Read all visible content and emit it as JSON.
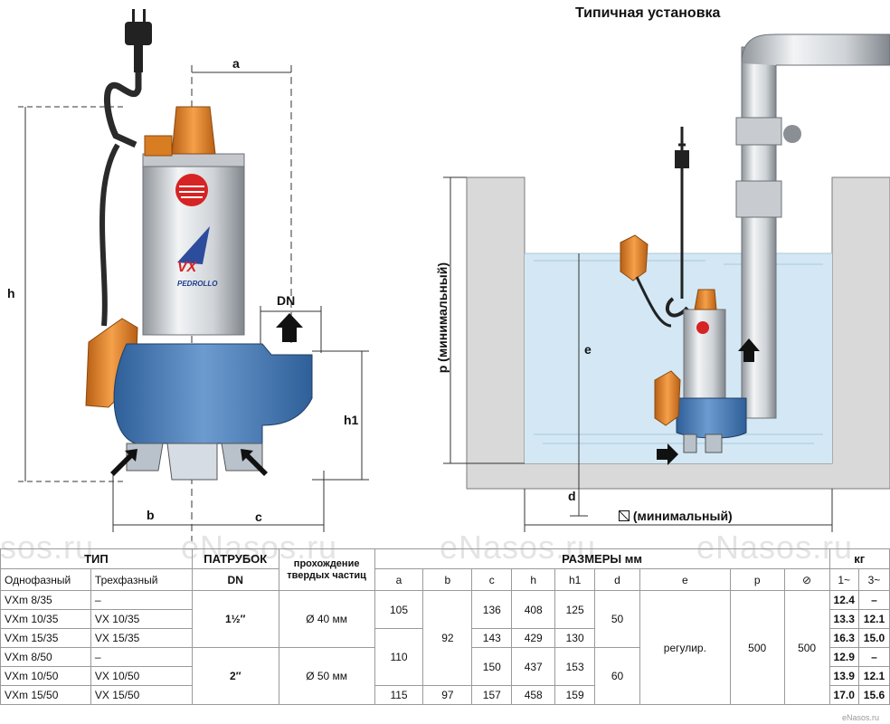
{
  "diagram": {
    "title": "Типичная установка",
    "labels": {
      "a": "a",
      "h": "h",
      "h1": "h1",
      "dn": "DN",
      "b": "b",
      "c": "c",
      "e": "e",
      "d": "d",
      "p": "p  (минимальный)",
      "footprint": "(минимальный)"
    },
    "pump_logo": "VX",
    "pump_brand": "PEDROLLO"
  },
  "watermarks": [
    "sos.ru",
    "eNasos.ru",
    "eNasos.ru",
    "eNasos.ru"
  ],
  "table": {
    "head": {
      "type": "ТИП",
      "patrubok": "ПАТРУБОК",
      "solid_line1": "прохождение",
      "solid_line2": "твердых частиц",
      "sizes": "РАЗМЕРЫ мм",
      "kg": "кг",
      "single_phase": "Однофазный",
      "three_phase": "Трехфазный",
      "dn": "DN",
      "cols": [
        "a",
        "b",
        "c",
        "h",
        "h1",
        "d",
        "e",
        "p",
        "⊘",
        "1~",
        "3~"
      ]
    },
    "rows": [
      {
        "m1": "VXm 8/35",
        "m3": "–",
        "kg1": "12.4",
        "kg3": "–"
      },
      {
        "m1": "VXm 10/35",
        "m3": "VX 10/35",
        "kg1": "13.3",
        "kg3": "12.1"
      },
      {
        "m1": "VXm 15/35",
        "m3": "VX 15/35",
        "kg1": "16.3",
        "kg3": "15.0"
      },
      {
        "m1": "VXm 8/50",
        "m3": "–",
        "kg1": "12.9",
        "kg3": "–"
      },
      {
        "m1": "VXm 10/50",
        "m3": "VX 10/50",
        "kg1": "13.9",
        "kg3": "12.1"
      },
      {
        "m1": "VXm 15/50",
        "m3": "VX 15/50",
        "kg1": "17.0",
        "kg3": "15.6"
      }
    ],
    "merged": {
      "dn_35": "1½″",
      "solid_35": "Ø 40 мм",
      "dn_50": "2″",
      "solid_50": "Ø 50 мм",
      "a_1": "105",
      "a_2": "110",
      "a_3": "115",
      "b_1": "92",
      "b_2": "97",
      "c_1": "136",
      "c_2": "143",
      "c_3": "150",
      "c_4": "157",
      "h_1": "408",
      "h_2": "429",
      "h_3": "437",
      "h_4": "458",
      "h1_1": "125",
      "h1_2": "130",
      "h1_3": "153",
      "h1_4": "159",
      "d_1": "50",
      "d_2": "60",
      "e": "регулир.",
      "p": "500",
      "footprint": "500"
    }
  },
  "footnote": "eNasos.ru",
  "colors": {
    "pump_blue": "#4f7fb8",
    "steel": "#c9ced4",
    "float_orange": "#e98a2a",
    "water": "#cfe6f3",
    "wall": "#d8d8d8"
  }
}
